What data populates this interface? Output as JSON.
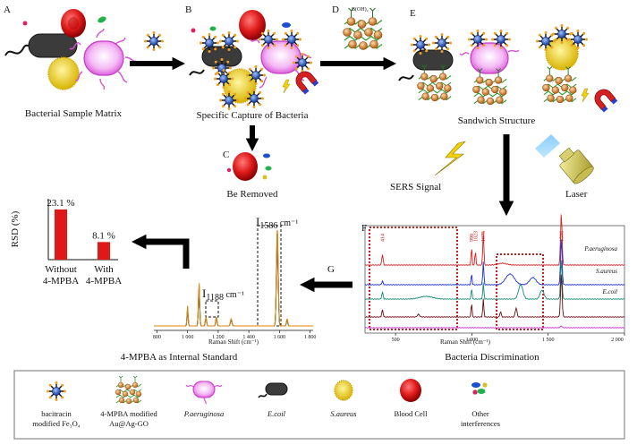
{
  "panels": {
    "A": {
      "letter": "A",
      "caption": "Bacterial Sample Matrix"
    },
    "B": {
      "letter": "B",
      "caption": "Specific Capture of Bacteria"
    },
    "C": {
      "letter": "C",
      "caption": "Be Removed"
    },
    "D": {
      "letter": "D"
    },
    "E": {
      "letter": "E",
      "caption": "Sandwich Structure"
    },
    "F": {
      "letter": "F",
      "caption": "Bacteria Discrimination"
    },
    "G": {
      "letter": "G",
      "caption": "4-MPBA as Internal Standard"
    }
  },
  "labels": {
    "sers_signal": "SERS Signal",
    "laser": "Laser",
    "boronic": "B(OH)₂"
  },
  "rsd_chart": {
    "type": "bar",
    "ylabel": "RSD (%)",
    "bars": [
      {
        "label_line1": "Without",
        "label_line2": "4-MPBA",
        "value": 23.1,
        "value_label": "23.1 %"
      },
      {
        "label_line1": "With",
        "label_line2": "4-MPBA",
        "value": 8.1,
        "value_label": "8.1 %"
      }
    ],
    "ymax": 28,
    "bar_color": "#e01818"
  },
  "spectrum_g": {
    "xlabel": "Raman Shift (cm⁻¹)",
    "ticks": [
      "800",
      "1 000",
      "1 200",
      "1 400",
      "1 600",
      "1 800"
    ],
    "peak1_main": "I",
    "peak1_sub": "1188",
    "peak1_unit": " cm⁻¹",
    "peak2_main": "I",
    "peak2_sub": "1586",
    "peak2_unit": " cm⁻¹"
  },
  "spectrum_f": {
    "xlabel": "Raman Shift (cm⁻¹)",
    "ticks": [
      "500",
      "1 000",
      "1 500",
      "2 000"
    ],
    "peaks": [
      "414",
      "998",
      "1023",
      "1075",
      "1586"
    ],
    "series": [
      {
        "name": "P.aeruginosa",
        "color": "#1a2fd6"
      },
      {
        "name": "S.aureus",
        "color": "#138a7a"
      },
      {
        "name": "E.coil",
        "color": "#6a0d0d"
      }
    ]
  },
  "legend": [
    {
      "label_line1": "bacitracin",
      "label_line2": "modified Fe₃O₄",
      "icon": "fe3o4-nanoparticle-icon",
      "italic": false
    },
    {
      "label_line1": "4-MPBA modified",
      "label_line2": "Au@Ag-GO",
      "icon": "au-ag-go-icon",
      "italic": false
    },
    {
      "label_line1": "P.aeruginosa",
      "label_line2": "",
      "icon": "p-aeruginosa-icon",
      "italic": true
    },
    {
      "label_line1": "E.coil",
      "label_line2": "",
      "icon": "e-coil-icon",
      "italic": true
    },
    {
      "label_line1": "S.aureus",
      "label_line2": "",
      "icon": "s-aureus-icon",
      "italic": true
    },
    {
      "label_line1": "Blood Cell",
      "label_line2": "",
      "icon": "blood-cell-icon",
      "italic": false
    },
    {
      "label_line1": "Other",
      "label_line2": "interferences",
      "icon": "interferences-icon",
      "italic": false
    }
  ],
  "colors": {
    "blood": "#d91a1a",
    "paeru": "#e060e0",
    "saureus": "#e8d020",
    "ecoli": "#3a3a3a",
    "fe3o4": "#2a5fd0",
    "arrow": "#000000",
    "dotted_box": "#c02020"
  }
}
